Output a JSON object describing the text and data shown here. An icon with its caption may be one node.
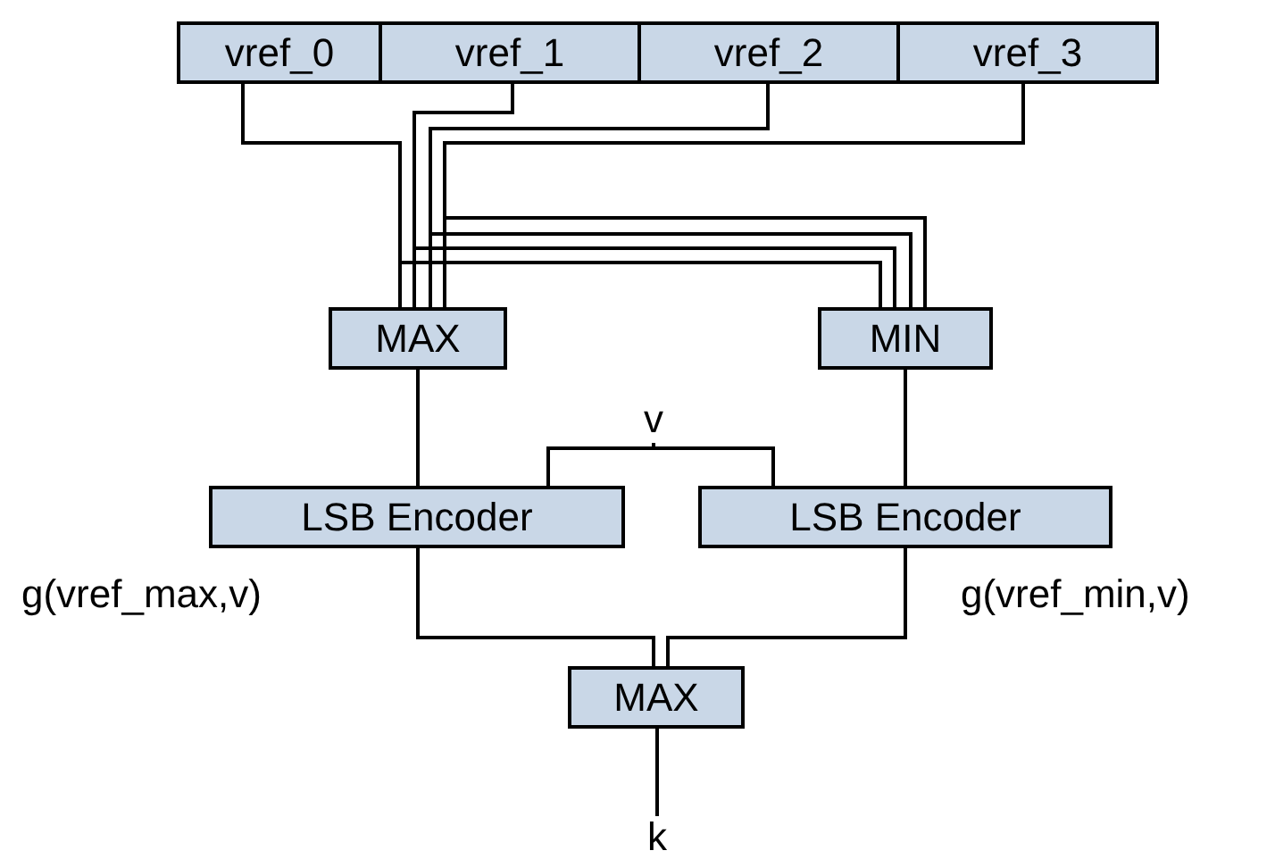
{
  "diagram": {
    "nodes": [
      {
        "text": [
          "vref_0"
        ]
      },
      {
        "text": [
          "vref_1"
        ]
      },
      {
        "text": [
          "vref_2"
        ]
      },
      {
        "text": [
          "vref_3"
        ]
      },
      {
        "text": [
          "MAX"
        ]
      },
      {
        "text": [
          "MIN"
        ]
      },
      {
        "text": [
          "LSB Encoder"
        ]
      },
      {
        "text": [
          "LSB Encoder"
        ]
      },
      {
        "text": [
          "MAX"
        ]
      },
      {
        "text": [
          "v"
        ]
      },
      {
        "text": [
          "k"
        ]
      }
    ],
    "edges": [
      {
        "from": 0,
        "to": 4,
        "arrow": "none"
      },
      {
        "from": 1,
        "to": 4,
        "arrow": "none"
      },
      {
        "from": 2,
        "to": 4,
        "arrow": "none"
      },
      {
        "from": 3,
        "to": 4,
        "arrow": "none"
      },
      {
        "from": 0,
        "to": 5,
        "arrow": "none"
      },
      {
        "from": 1,
        "to": 5,
        "arrow": "none"
      },
      {
        "from": 2,
        "to": 5,
        "arrow": "none"
      },
      {
        "from": 3,
        "to": 5,
        "arrow": "none"
      },
      {
        "from": 4,
        "to": 6,
        "arrow": "none"
      },
      {
        "from": 5,
        "to": 7,
        "arrow": "none"
      },
      {
        "from": 9,
        "to": 6,
        "arrow": "none"
      },
      {
        "from": 9,
        "to": 7,
        "arrow": "none"
      },
      {
        "from": 6,
        "to": 8,
        "arrow": "none",
        "label": "g(vref_max,v)"
      },
      {
        "from": 7,
        "to": 8,
        "arrow": "none",
        "label": "g(vref_min,v)"
      },
      {
        "from": 8,
        "to": 10,
        "arrow": "none"
      }
    ]
  }
}
